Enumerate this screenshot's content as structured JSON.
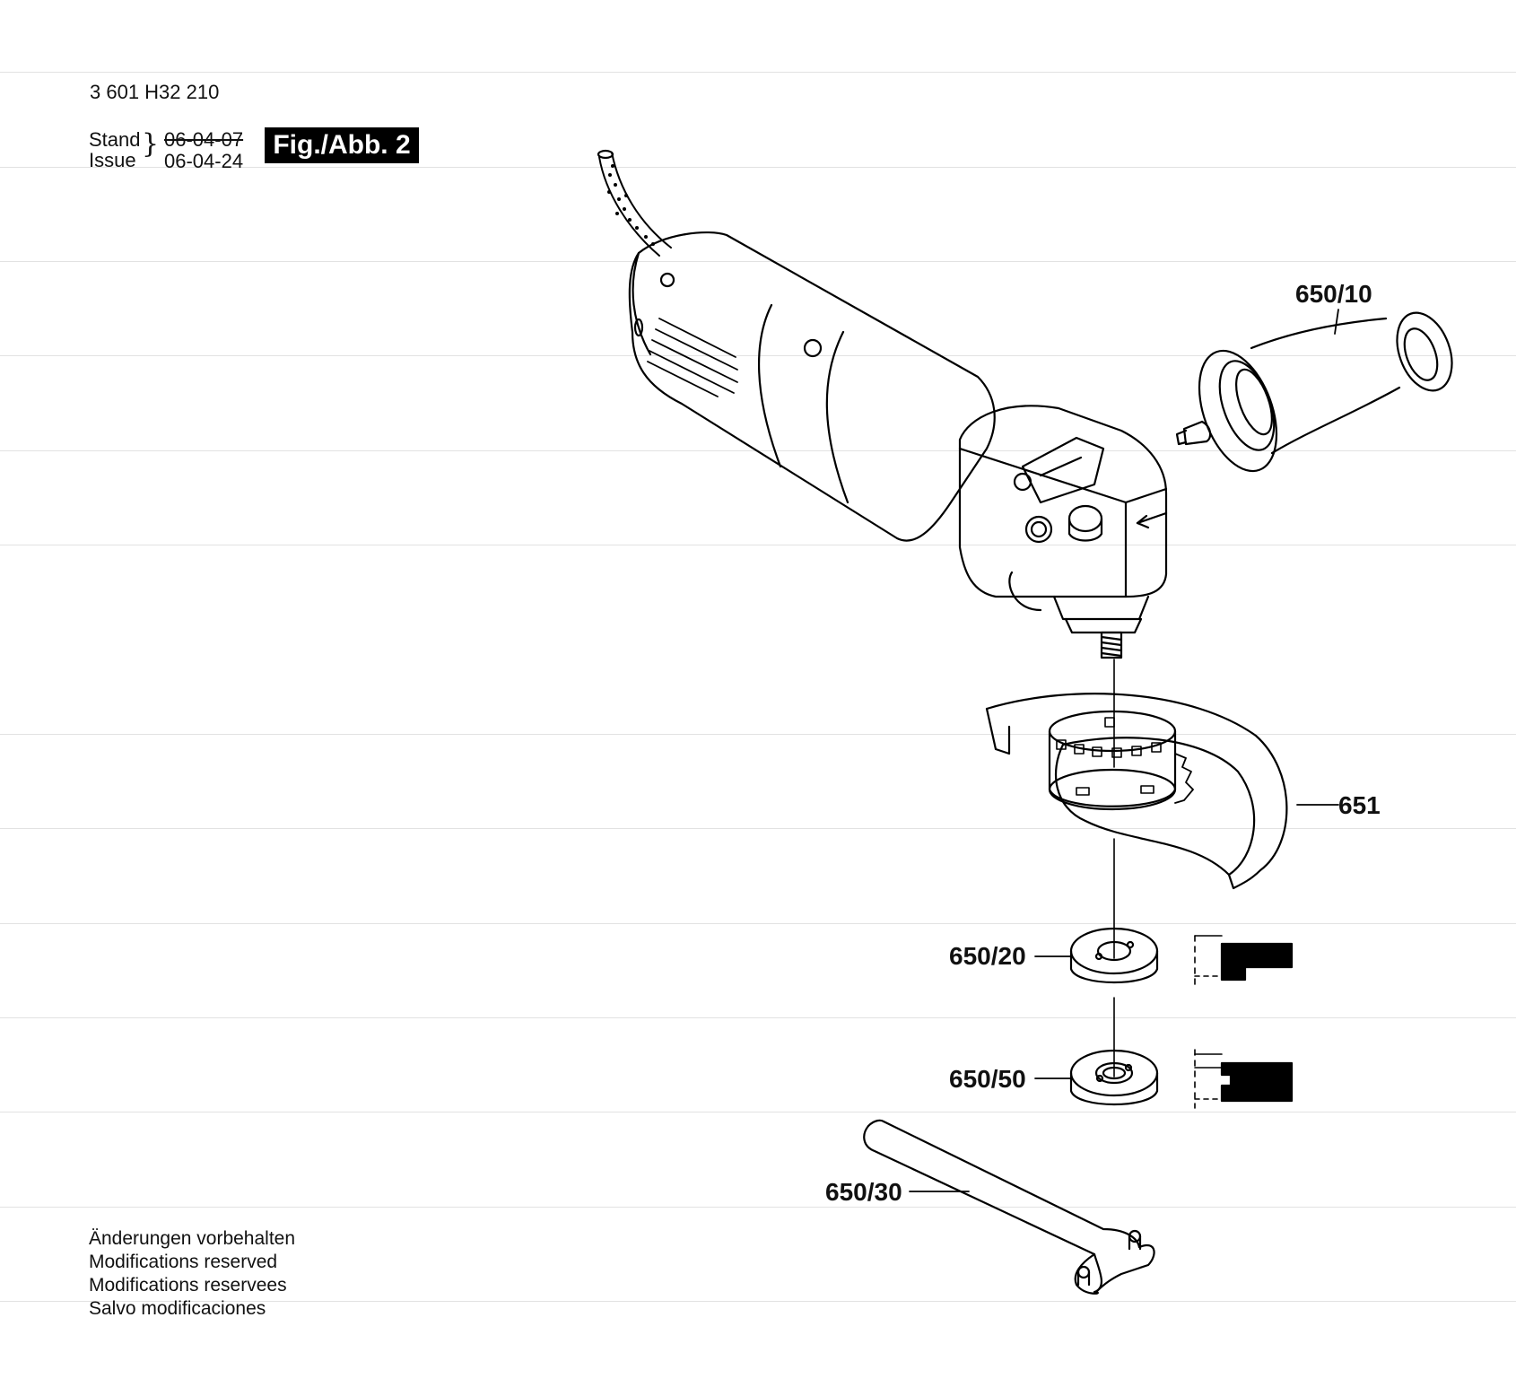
{
  "header": {
    "part_number": "3 601 H32 210",
    "stand_label": "Stand",
    "issue_label": "Issue",
    "old_date": "06-04-07",
    "new_date": "06-04-24",
    "figure_label": "Fig./Abb. 2"
  },
  "callouts": {
    "handle": "650/10",
    "guard": "651",
    "flange_inner": "650/20",
    "flange_nut": "650/50",
    "spanner": "650/30"
  },
  "footer": {
    "line1": "Änderungen vorbehalten",
    "line2": "Modifications reserved",
    "line3": "Modifications reservees",
    "line4": "Salvo modificaciones"
  }
}
